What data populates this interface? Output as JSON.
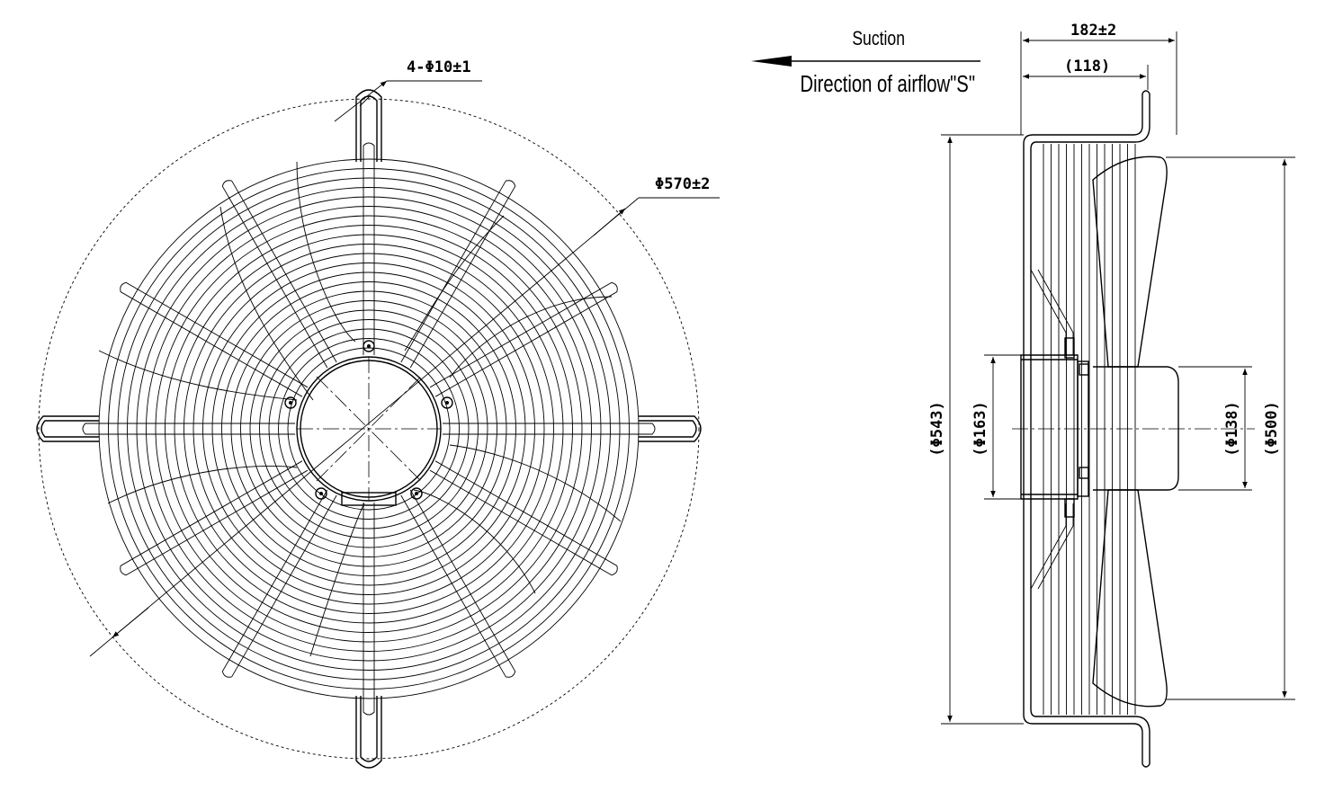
{
  "front_view": {
    "hole_spec": "4-Φ10±1",
    "outer_diameter": "Φ570±2"
  },
  "airflow": {
    "suction_label": "Suction",
    "direction_label": "Direction of airflow\"S\""
  },
  "side_view": {
    "depth_total": "182±2",
    "depth_partial": "(118)",
    "dia_543": "(Φ543)",
    "dia_163": "(Φ163)",
    "dia_138": "(Φ138)",
    "dia_500": "(Φ500)"
  }
}
